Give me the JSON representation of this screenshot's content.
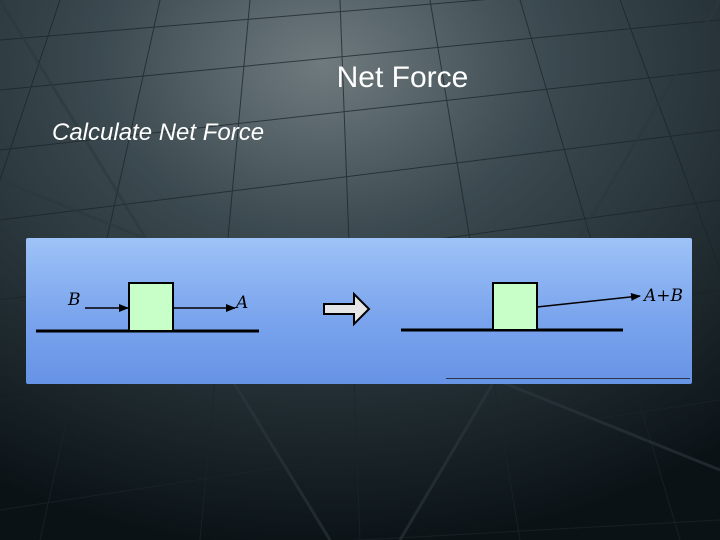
{
  "slide": {
    "title": "Net Force",
    "subtitle": "Calculate Net Force"
  },
  "diagram": {
    "left_scene": {
      "force_left_label": "B",
      "force_right_label": "A"
    },
    "right_scene": {
      "resultant_label": "A+B"
    },
    "colors": {
      "panel": "#8fb4f2",
      "box_fill": "#c8ffc8",
      "stroke": "#000000",
      "arrow_fill": "#e6e6e6"
    },
    "icons": {
      "transition": "right-block-arrow-icon"
    }
  }
}
